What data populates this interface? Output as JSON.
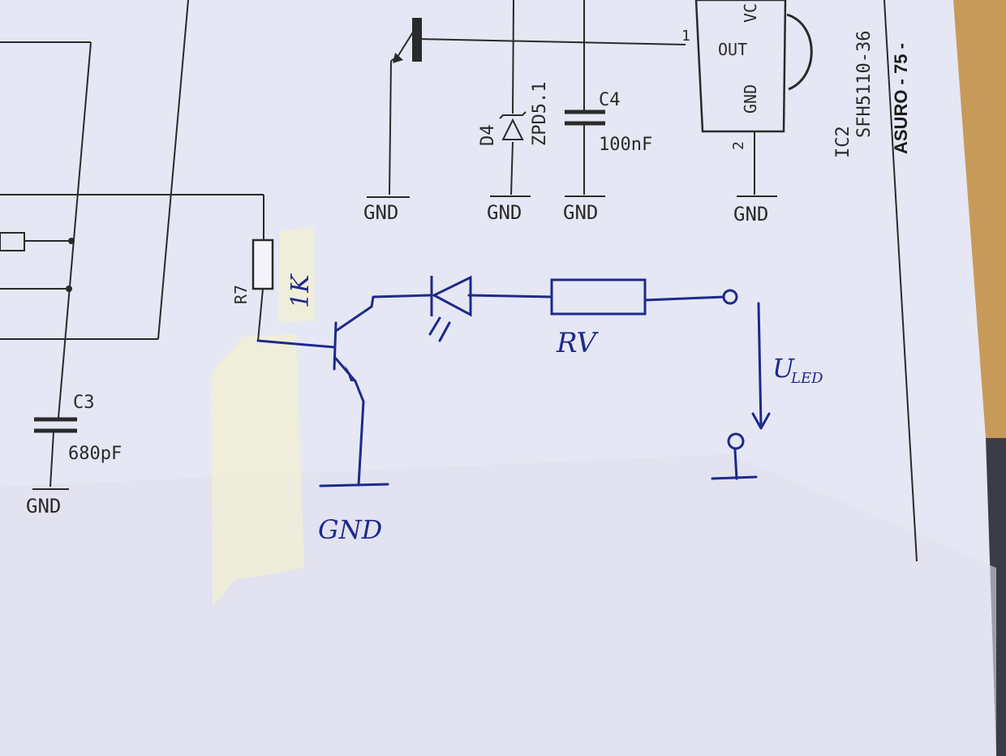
{
  "printed_labels": {
    "gnd": "GND",
    "ic2_pin_vcc": "VC",
    "ic2_pin_out": "OUT",
    "ic2_pin_gnd": "GND",
    "ic2_pin1": "1",
    "ic2_pin2": "2",
    "ic2_ref": "IC2",
    "ic2_part": "SFH5110-36",
    "d4_ref": "D4",
    "d4_value": "ZPD5.1",
    "c4_ref": "C4",
    "c4_value": "100nF",
    "r7_ref": "R7",
    "c3_ref": "C3",
    "c3_value": "680pF",
    "page_title": "ASURO - 75 -"
  },
  "handwritten_labels": {
    "r7_value": "1K",
    "rv": "RV",
    "uled": "U",
    "uled_sub": "LED",
    "gnd": "GND"
  },
  "colors": {
    "paper": "#e6e7f4",
    "ink_printed": "#2a2a2a",
    "ink_pen": "#1d2a8a",
    "tape": "#f0eed8",
    "wood": "#c89a5a"
  }
}
